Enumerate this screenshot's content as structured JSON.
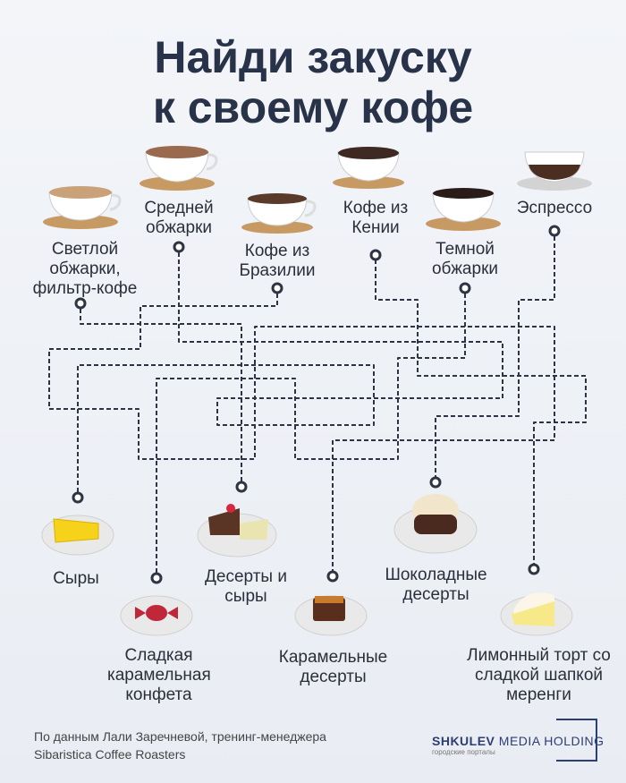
{
  "title": {
    "line1": "Найди закуску",
    "line2": "к своему кофе"
  },
  "coffees": [
    {
      "label": "Светлой обжарки, фильтр-кофе"
    },
    {
      "label": "Средней обжарки"
    },
    {
      "label": "Кофе из Бразилии"
    },
    {
      "label": "Кофе из Кении"
    },
    {
      "label": "Темной обжарки"
    },
    {
      "label": "Эспрессо"
    }
  ],
  "snacks": [
    {
      "label": "Сыры"
    },
    {
      "label": "Сладкая карамельная конфета"
    },
    {
      "label": "Десерты и сыры"
    },
    {
      "label": "Карамельные десерты"
    },
    {
      "label": "Шоколадные десерты"
    },
    {
      "label": "Лимонный торт со сладкой шапкой меренги"
    }
  ],
  "footer": {
    "line1": "По данным Лали Заречневой, тренинг-менеджера",
    "line2": "Sibaristica Coffee Roasters"
  },
  "logo": {
    "brand": "SHKULEV",
    "rest": "MEDIA HOLDING",
    "sub": "городские порталы"
  },
  "colors": {
    "title": "#283349",
    "line": "#2f3444",
    "logo": "#2c3e73"
  }
}
